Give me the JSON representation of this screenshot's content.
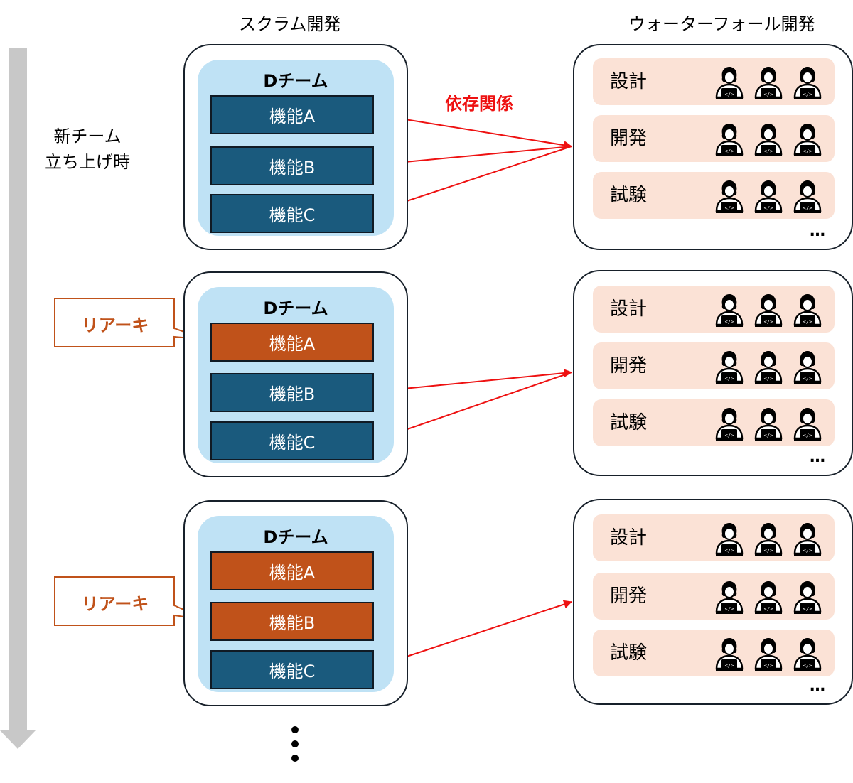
{
  "headings": {
    "scrum": "スクラム開発",
    "waterfall": "ウォーターフォール開発"
  },
  "timeline": {
    "label_line1": "新チーム",
    "label_line2": "立ち上げ時"
  },
  "dependency_label": "依存関係",
  "callout_label": "リアーキ",
  "team_name": "Dチーム",
  "features": [
    "機能A",
    "機能B",
    "機能C"
  ],
  "phases": [
    "設計",
    "開発",
    "試験"
  ],
  "ellipsis": "…",
  "colors": {
    "feature_legacy": "#1a5a7d",
    "feature_rearchitected": "#c0521a",
    "team_bg": "#bfe2f5",
    "phase_bg": "#fbe2d6",
    "arrow": "#ee1111",
    "callout": "#c0521a",
    "timeline": "#c8c8c8"
  },
  "icons": {
    "developer": "developer-laptop-icon"
  },
  "stages": [
    {
      "features": [
        {
          "label_idx": 0,
          "state": "legacy"
        },
        {
          "label_idx": 1,
          "state": "legacy"
        },
        {
          "label_idx": 2,
          "state": "legacy"
        }
      ],
      "callout": false
    },
    {
      "features": [
        {
          "label_idx": 0,
          "state": "rearchitected"
        },
        {
          "label_idx": 1,
          "state": "legacy"
        },
        {
          "label_idx": 2,
          "state": "legacy"
        }
      ],
      "callout": true
    },
    {
      "features": [
        {
          "label_idx": 0,
          "state": "rearchitected"
        },
        {
          "label_idx": 1,
          "state": "rearchitected"
        },
        {
          "label_idx": 2,
          "state": "legacy"
        }
      ],
      "callout": true
    }
  ]
}
